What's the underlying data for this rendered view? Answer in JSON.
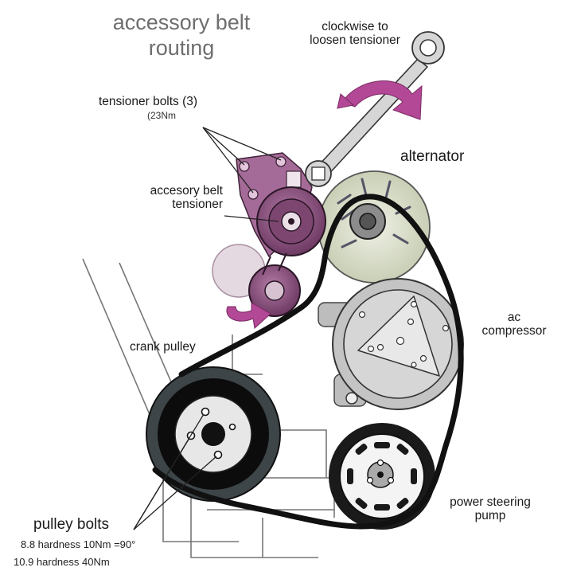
{
  "title": {
    "line1": "accessory belt",
    "line2": "routing"
  },
  "labels": {
    "wrench_note_line1": "clockwise to",
    "wrench_note_line2": "loosen tensioner",
    "tensioner_bolts": "tensioner bolts (3)",
    "tensioner_bolts_torque": "(23Nm",
    "tensioner_line1": "accesory belt",
    "tensioner_line2": "tensioner",
    "alternator": "alternator",
    "ac_line1": "ac",
    "ac_line2": "compressor",
    "crank_pulley": "crank pulley",
    "power_steering_line1": "power steering",
    "power_steering_line2": "pump",
    "pulley_bolts": "pulley bolts",
    "spec_line1": "8.8 hardness 10Nm =90°",
    "spec_line2": "10.9 hardness 40Nm"
  },
  "colors": {
    "belt": "#111111",
    "tensioner": "#8a4e7c",
    "arrow": "#b24896",
    "alternator": "#d7dcc6",
    "compressor": "#c8c8c8",
    "title": "#6e6e6e"
  }
}
